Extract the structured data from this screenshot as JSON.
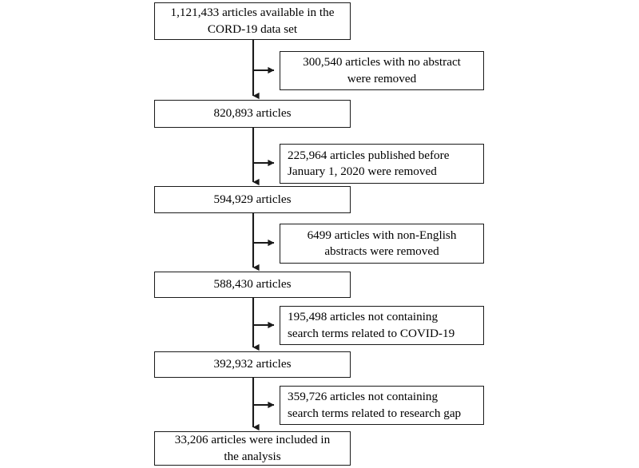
{
  "diagram": {
    "type": "flowchart",
    "title": "CORD-19 article screening flow",
    "orientation": "top-to-bottom with right-side exclusion branches",
    "colors": {
      "stroke": "#1a1a1a",
      "fill": "#ffffff",
      "text": "#000000"
    },
    "main_nodes": [
      {
        "id": "n1",
        "align": "center",
        "lines": [
          "1,121,433 articles available in the",
          "CORD-19 data set"
        ],
        "count": 1121433
      },
      {
        "id": "n2",
        "align": "center",
        "lines": [
          "820,893 articles"
        ],
        "count": 820893
      },
      {
        "id": "n3",
        "align": "center",
        "lines": [
          "594,929 articles"
        ],
        "count": 594929
      },
      {
        "id": "n4",
        "align": "center",
        "lines": [
          "588,430 articles"
        ],
        "count": 588430
      },
      {
        "id": "n5",
        "align": "center",
        "lines": [
          "392,932 articles"
        ],
        "count": 392932
      },
      {
        "id": "n6",
        "align": "center",
        "lines": [
          "33,206 articles were included in",
          "the analysis"
        ],
        "count": 33206
      }
    ],
    "exclusion_nodes": [
      {
        "id": "x1",
        "align": "center",
        "lines": [
          "300,540 articles with no abstract",
          "were removed"
        ],
        "count": 300540,
        "reason": "no abstract"
      },
      {
        "id": "x2",
        "align": "left",
        "lines": [
          "225,964 articles published before",
          "January 1, 2020 were removed"
        ],
        "count": 225964,
        "reason": "published before January 1, 2020"
      },
      {
        "id": "x3",
        "align": "center",
        "lines": [
          "6499 articles with non-English",
          "abstracts were removed"
        ],
        "count": 6499,
        "reason": "non-English abstracts"
      },
      {
        "id": "x4",
        "align": "left",
        "lines": [
          "195,498 articles not containing",
          "search terms related to COVID-19"
        ],
        "count": 195498,
        "reason": "no search terms related to COVID-19"
      },
      {
        "id": "x5",
        "align": "left",
        "lines": [
          "359,726 articles not containing",
          "search terms related to research gap"
        ],
        "count": 359726,
        "reason": "no search terms related to research gap"
      }
    ],
    "connectors": [
      {
        "from": "n1",
        "to": "n2",
        "kind": "vertical-arrow"
      },
      {
        "from": "n1",
        "to": "x1",
        "kind": "branch-right-arrow"
      },
      {
        "from": "n2",
        "to": "n3",
        "kind": "vertical-arrow"
      },
      {
        "from": "n2",
        "to": "x2",
        "kind": "branch-right-arrow"
      },
      {
        "from": "n3",
        "to": "n4",
        "kind": "vertical-arrow"
      },
      {
        "from": "n3",
        "to": "x3",
        "kind": "branch-right-arrow"
      },
      {
        "from": "n4",
        "to": "n5",
        "kind": "vertical-arrow"
      },
      {
        "from": "n4",
        "to": "x4",
        "kind": "branch-right-arrow"
      },
      {
        "from": "n5",
        "to": "n6",
        "kind": "vertical-arrow"
      },
      {
        "from": "n5",
        "to": "x5",
        "kind": "branch-right-arrow"
      }
    ]
  }
}
